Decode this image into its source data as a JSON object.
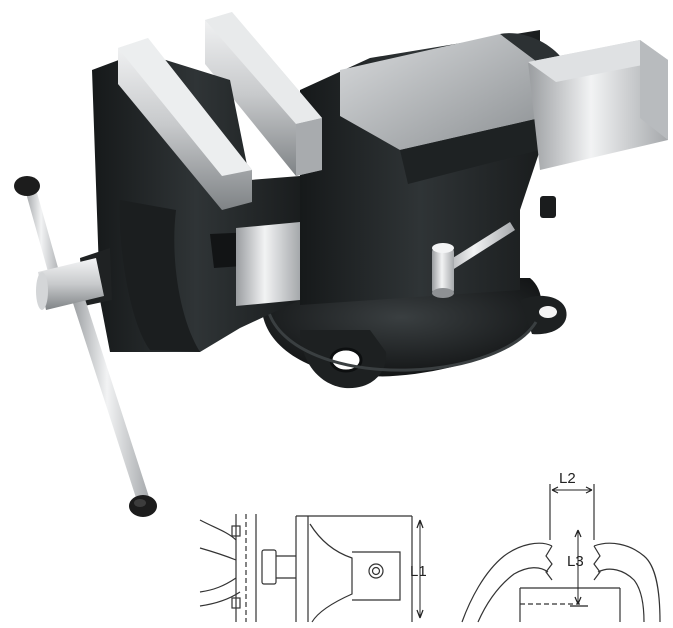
{
  "product": {
    "name": "bench-vise",
    "colors": {
      "body": "#25292a",
      "body_shadow": "#151718",
      "body_highlight": "#3c4244",
      "steel": "#c9cbcd",
      "steel_light": "#eef0f1",
      "steel_dark": "#8a8d90",
      "handle_knob": "#1c1c1c",
      "line": "#333333"
    }
  },
  "diagrams": {
    "side_view": {
      "dimension_label": "L1"
    },
    "jaw_detail": {
      "dimension_labels": [
        "L2",
        "L3"
      ]
    }
  }
}
